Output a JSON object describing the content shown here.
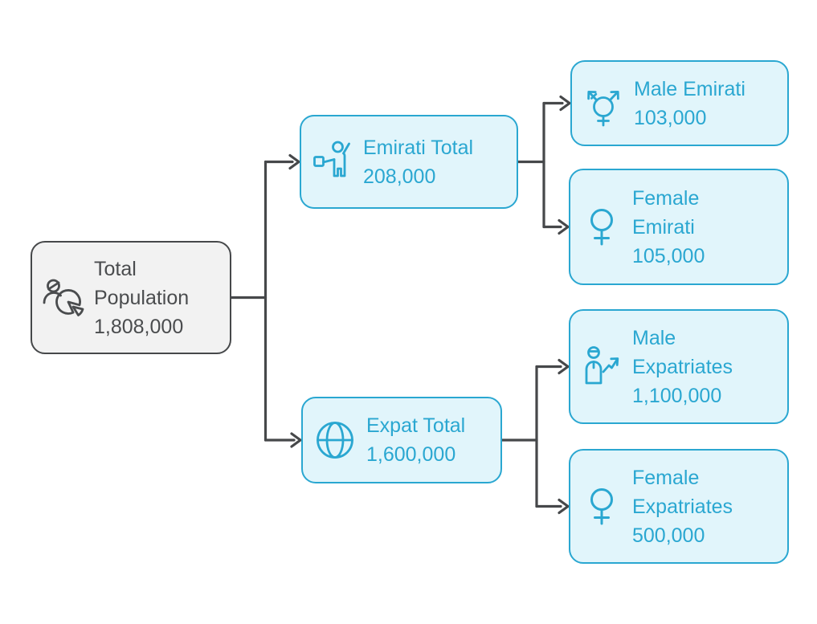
{
  "palette": {
    "accent": "#2aa7d1",
    "accent_fill": "#e1f5fb",
    "neutral_stroke": "#46484a",
    "neutral_fill": "#f2f2f2",
    "neutral_text": "#4a4c4e",
    "connector": "#46484a",
    "background": "#ffffff"
  },
  "nodes": {
    "total": {
      "label": "Total Population",
      "value": "1,808,000",
      "icon": "person-pie-chart-icon"
    },
    "emirati_total": {
      "label": "Emirati Total",
      "value": "208,000",
      "icon": "waving-person-icon"
    },
    "expat_total": {
      "label": "Expat Total",
      "value": "1,600,000",
      "icon": "globe-icon"
    },
    "male_emirati": {
      "label": "Male Emirati",
      "value": "103,000",
      "icon": "transgender-symbol-icon"
    },
    "female_emirati": {
      "label": "Female Emirati",
      "value": "105,000",
      "icon": "female-symbol-icon"
    },
    "male_expat": {
      "label": "Male Expatriates",
      "value": "1,100,000",
      "icon": "person-trend-up-icon"
    },
    "female_expat": {
      "label": "Female Expatriates",
      "value": "500,000",
      "icon": "female-symbol-icon"
    }
  },
  "edges": [
    {
      "from": "total",
      "to": "emirati_total"
    },
    {
      "from": "total",
      "to": "expat_total"
    },
    {
      "from": "emirati_total",
      "to": "male_emirati"
    },
    {
      "from": "emirati_total",
      "to": "female_emirati"
    },
    {
      "from": "expat_total",
      "to": "male_expat"
    },
    {
      "from": "expat_total",
      "to": "female_expat"
    }
  ]
}
